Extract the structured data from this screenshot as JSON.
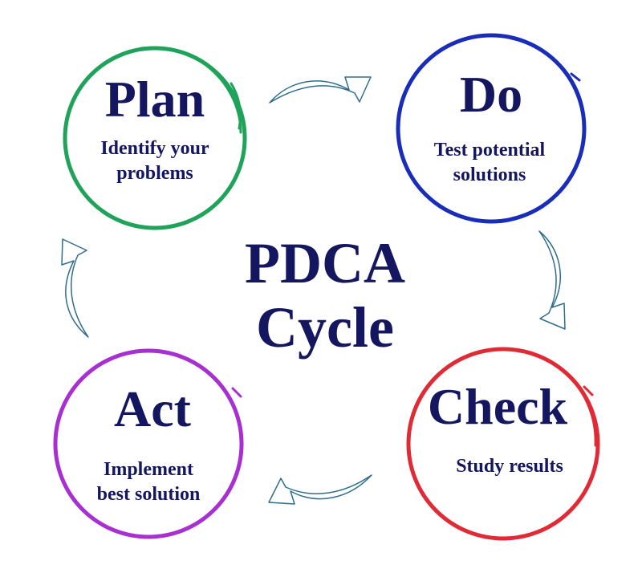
{
  "center": {
    "line1": "PDCA",
    "line2": "Cycle"
  },
  "stages": [
    {
      "title": "Plan",
      "desc_line1": "Identify your",
      "desc_line2": "problems",
      "color": "#1fa35a"
    },
    {
      "title": "Do",
      "desc_line1": "Test potential",
      "desc_line2": "solutions",
      "color": "#1a2db8"
    },
    {
      "title": "Check",
      "desc_line1": "Study results",
      "desc_line2": "",
      "color": "#e02a36"
    },
    {
      "title": "Act",
      "desc_line1": "Implement",
      "desc_line2": "best solution",
      "color": "#a82fd0"
    }
  ],
  "text_color": "#141660",
  "arrow_color": "#2f6d8c"
}
